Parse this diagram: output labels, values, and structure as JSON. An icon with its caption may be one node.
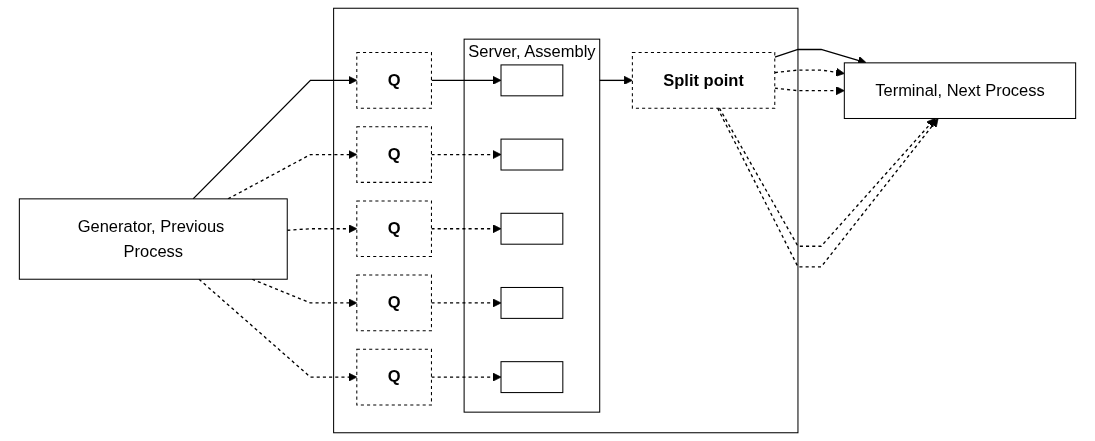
{
  "diagram": {
    "nodes": [
      {
        "text": [
          "Generator, Previous Process"
        ]
      },
      {
        "text": [],
        "shape": "box"
      },
      {
        "text": [
          "Q"
        ],
        "in": 1
      },
      {
        "text": [
          "Q"
        ],
        "in": 1
      },
      {
        "text": [
          "Q"
        ],
        "in": 1
      },
      {
        "text": [
          "Q"
        ],
        "in": 1
      },
      {
        "text": [
          "Q"
        ],
        "in": 1
      },
      {
        "text": [
          "Server, Assembly"
        ],
        "in": 1
      },
      {
        "text": [],
        "shape": "box",
        "in": 7
      },
      {
        "text": [],
        "shape": "box",
        "in": 7
      },
      {
        "text": [],
        "shape": "box",
        "in": 7
      },
      {
        "text": [],
        "shape": "box",
        "in": 7
      },
      {
        "text": [],
        "shape": "box",
        "in": 7
      },
      {
        "text": [
          "Split point"
        ],
        "in": 1
      },
      {
        "text": [
          "Terminal, Next Process"
        ]
      }
    ],
    "edges": [
      {
        "from": 0,
        "to": 2,
        "arrow": "to"
      },
      {
        "from": 0,
        "to": 3,
        "arrow": "to",
        "style": "dashed"
      },
      {
        "from": 0,
        "to": 4,
        "arrow": "to",
        "style": "dashed"
      },
      {
        "from": 0,
        "to": 5,
        "arrow": "to",
        "style": "dashed"
      },
      {
        "from": 0,
        "to": 6,
        "arrow": "to",
        "style": "dashed"
      },
      {
        "from": 2,
        "to": 8,
        "arrow": "to"
      },
      {
        "from": 3,
        "to": 9,
        "arrow": "to",
        "style": "dashed"
      },
      {
        "from": 4,
        "to": 10,
        "arrow": "to",
        "style": "dashed"
      },
      {
        "from": 5,
        "to": 11,
        "arrow": "to",
        "style": "dashed"
      },
      {
        "from": 6,
        "to": 12,
        "arrow": "to",
        "style": "dashed"
      },
      {
        "from": 7,
        "to": 13,
        "arrow": "to"
      },
      {
        "from": 13,
        "to": 14,
        "arrow": "to"
      },
      {
        "from": 13,
        "to": 14,
        "arrow": "to",
        "style": "dashed"
      },
      {
        "from": 13,
        "to": 14,
        "arrow": "to",
        "style": "dashed"
      },
      {
        "from": 13,
        "to": 14,
        "arrow": "to",
        "style": "dashed"
      },
      {
        "from": 13,
        "to": 14,
        "arrow": "to",
        "style": "dashed"
      }
    ]
  }
}
